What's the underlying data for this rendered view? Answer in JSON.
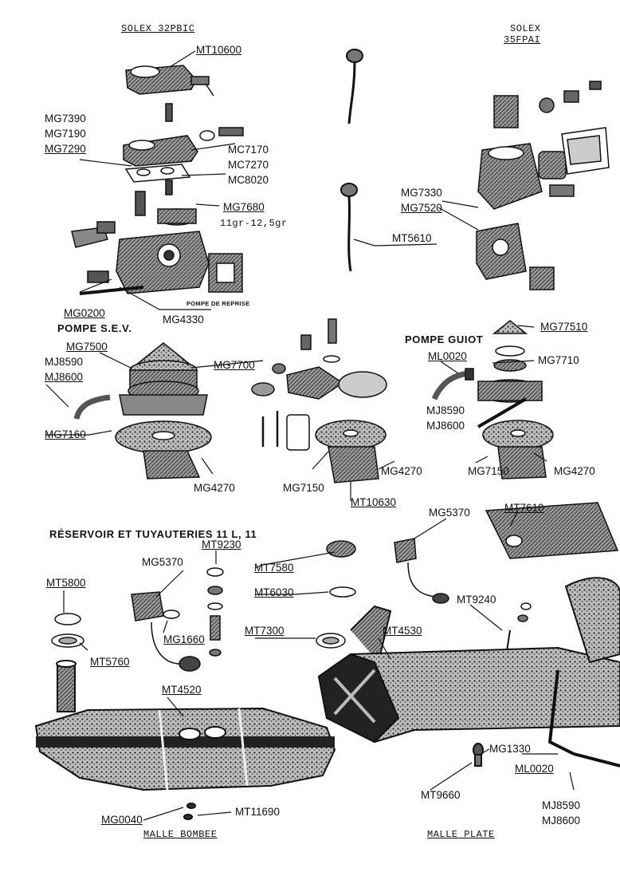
{
  "headers": {
    "solex_32": "SOLEX 32PBIC",
    "solex_35_line1": "SOLEX",
    "solex_35_line2": "35FPAI",
    "pompe_sev": "POMPE S.E.V.",
    "pompe_guiot": "POMPE GUIOT",
    "reservoir": "RÉSERVOIR ET TUYAUTERIES 11 L, 11",
    "pompe_reprise": "POMPE DE REPRISE",
    "weight_note": "11gr-12,5gr",
    "malle_bombee": "MALLE BOMBEE",
    "malle_plate": "MALLE PLATE"
  },
  "parts": {
    "mt10600": "MT10600",
    "mg7390": "MG7390",
    "mg7190": "MG7190",
    "mg7290": "MG7290",
    "mc7170": "MC7170",
    "mc7270": "MC7270",
    "mc8020": "MC8020",
    "mg7680": "MG7680",
    "mg0200": "MG0200",
    "mg4330": "MG4330",
    "mg7330": "MG7330",
    "mg7520": "MG7520",
    "mt5610": "MT5610",
    "mg7500": "MG7500",
    "mj8590_a": "MJ8590",
    "mj8600_a": "MJ8600",
    "mg7700": "MG7700",
    "mg7160": "MG7160",
    "mg4270_a": "MG4270",
    "mg7150_a": "MG7150",
    "mg4270_b": "MG4270",
    "mt10630": "MT10630",
    "mg77510": "MG77510",
    "ml0020_a": "ML0020",
    "mg7710": "MG7710",
    "mj8590_b": "MJ8590",
    "mj8600_b": "MJ8600",
    "mg7150_b": "MG7150",
    "mg4270_c": "MG4270",
    "mg5370_a": "MG5370",
    "mt7610": "MT7610",
    "mt9230": "MT9230",
    "mg5370_b": "MG5370",
    "mt7580": "MT7580",
    "mt5800": "MT5800",
    "mt6030": "MT6030",
    "mt9240": "MT9240",
    "mg1660": "MG1660",
    "mt7300": "MT7300",
    "mt4530": "MT4530",
    "mt5760": "MT5760",
    "mt4520": "MT4520",
    "mg1330": "MG1330",
    "ml0020_b": "ML0020",
    "mt9660": "MT9660",
    "mj8590_c": "MJ8590",
    "mj8600_c": "MJ8600",
    "mg0040": "MG0040",
    "mt11690": "MT11690"
  }
}
